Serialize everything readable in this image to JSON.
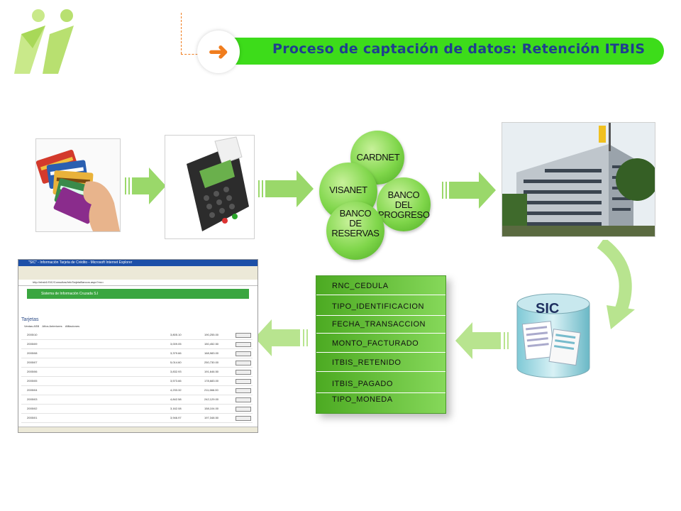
{
  "title": "Proceso de captación de datos: Retención  ITBIS",
  "header": {
    "nav_arrow_icon": "right-arrow-icon",
    "logo_icon": "ii-logo"
  },
  "colors": {
    "accent_green": "#3ddc1a",
    "title_blue": "#1f3f8f",
    "arrow_orange": "#f07d1e",
    "bank_green": "#7fd64a",
    "field_green": "#4caa22"
  },
  "banks": {
    "cardnet": "CARDNET",
    "visanet": "VISANET",
    "progreso": [
      "BANCO",
      "DEL",
      "PROGRESO"
    ],
    "reservas": [
      "BANCO",
      "DE",
      "RESERVAS"
    ]
  },
  "fields": [
    "RNC_CEDULA",
    "TIPO_IDENTIFICACION",
    "FECHA_TRANSACCION",
    "MONTO_FACTURADO",
    "ITBIS_RETENIDO",
    "ITBIS_PAGADO",
    "TIPO_MONEDA"
  ],
  "sic": {
    "label": "SIC"
  },
  "screenshot": {
    "window_title": "\"SIC\" - Información Tarjeta de Crédito - Microsoft Internet Explorer",
    "address": "http://ebsb1/SIC/Consultas/InfoTarjetaBancos.aspx?rnc=",
    "app_title": "Sistema de Información Cruzada S.I",
    "heading": "Tarjetas",
    "tabs": [
      "Ventas ASB",
      "Años Anteriores",
      "Afiliaciones"
    ],
    "rows": [
      {
        "period": "2005/10",
        "itbis": "3,805.10",
        "total": "190,255.00"
      },
      {
        "period": "2005/09",
        "itbis": "3,009.05",
        "total": "150,452.50"
      },
      {
        "period": "2005/08",
        "itbis": "3,379.66",
        "total": "168,983.00"
      },
      {
        "period": "2005/07",
        "itbis": "5,014.60",
        "total": "250,730.00"
      },
      {
        "period": "2005/06",
        "itbis": "3,832.93",
        "total": "191,646.50"
      },
      {
        "period": "2005/05",
        "itbis": "3,573.66",
        "total": "178,683.00"
      },
      {
        "period": "2005/04",
        "itbis": "4,233.32",
        "total": "211,666.00"
      },
      {
        "period": "2005/03",
        "itbis": "4,842.58",
        "total": "242,129.00"
      },
      {
        "period": "2005/02",
        "itbis": "3,162.08",
        "total": "158,104.00"
      },
      {
        "period": "2005/01",
        "itbis": "3,946.97",
        "total": "197,348.50"
      }
    ]
  }
}
